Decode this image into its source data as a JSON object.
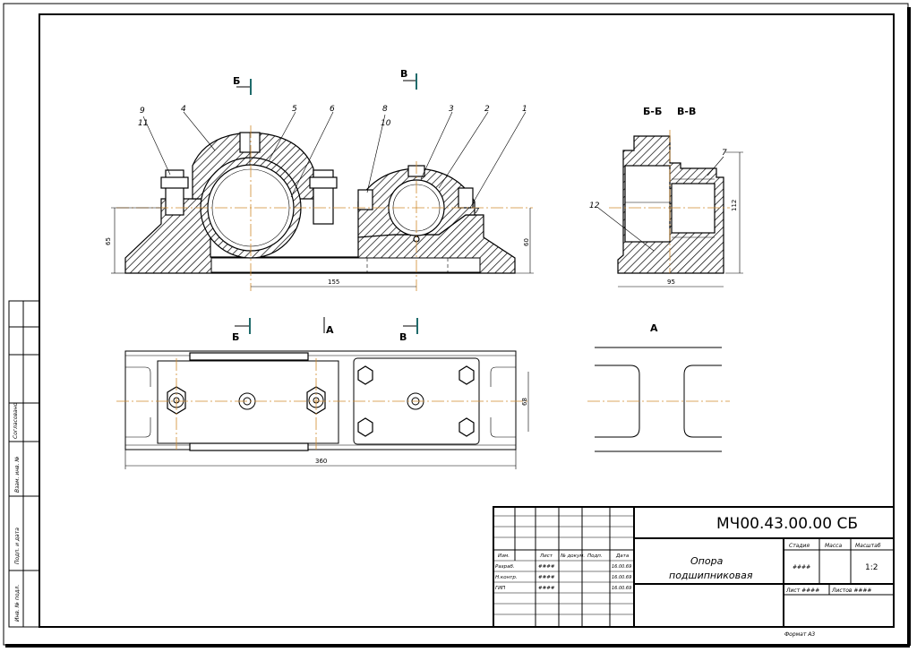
{
  "drawing": {
    "designation": "МЧ00.43.00.00 СБ",
    "name_line1": "Опора",
    "name_line2": "подшипниковая",
    "format": "Формат A3",
    "section_labels": {
      "bb": "Б-Б",
      "vv": "В-В",
      "a_view": "А"
    },
    "view_marks": {
      "b": "Б",
      "v": "В",
      "a": "А"
    }
  },
  "positions": {
    "p1": "1",
    "p2": "2",
    "p3": "3",
    "p4": "4",
    "p5": "5",
    "p6": "6",
    "p7": "7",
    "p7b": "7",
    "p8": "8",
    "p9": "9",
    "p10": "10",
    "p11": "11",
    "p12": "12"
  },
  "dimensions": {
    "d65": "65",
    "d155": "155",
    "d60": "60",
    "d112": "112",
    "d95": "95",
    "d360": "360",
    "d68": "68"
  },
  "title_block": {
    "col_headers": {
      "izm": "Изм.",
      "list": "Лист",
      "ndok": "№ докум.",
      "podp": "Подп.",
      "data": "Дата"
    },
    "rows": {
      "razrab": "Разраб.",
      "nkontr": "Н.контр.",
      "gip": "ГИП"
    },
    "stamp_headers": {
      "stadiya": "Стадия",
      "massa": "Масса",
      "masshtab": "Масштаб"
    },
    "stamp_values": {
      "stadiya": "####",
      "masshtab": "1:2"
    },
    "sheet": "Лист ####",
    "sheets": "Листов ####",
    "names": {
      "razrab": "####",
      "nkontr": "####",
      "gip": "####"
    },
    "dates": {
      "razrab": "16.00.69",
      "nkontr": "16.00.69",
      "gip": "16.00.69"
    }
  },
  "side_block": {
    "inv_podl": "Инв. № подл.",
    "podp_data": "Подп. и дата",
    "vzam_inv": "Взам. инв. №",
    "soglasovano": "Согласовано"
  }
}
